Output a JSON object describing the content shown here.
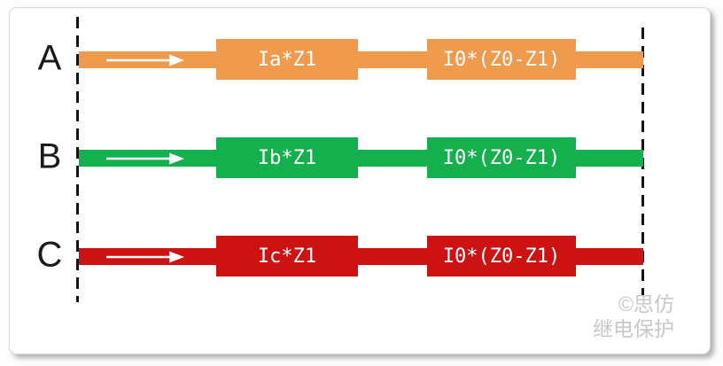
{
  "colors": {
    "phase_a": "#F09A4E",
    "phase_b": "#14B04E",
    "phase_c": "#CC1212",
    "boundary_dash": "#141414",
    "arrow": "#ffffff",
    "label_text": "#1a1a1a",
    "watermark": "#c8c8c8",
    "card_background": "#ffffff"
  },
  "phases": [
    {
      "label": "A",
      "color": "#F09A4E",
      "segment1": "Ia*Z1",
      "segment2": "I0*(Z0-Z1)"
    },
    {
      "label": "B",
      "color": "#14B04E",
      "segment1": "Ib*Z1",
      "segment2": "I0*(Z0-Z1)"
    },
    {
      "label": "C",
      "color": "#CC1212",
      "segment1": "Ic*Z1",
      "segment2": "I0*(Z0-Z1)"
    }
  ],
  "watermark": {
    "line1": "©思仿",
    "line2": "继电保护"
  }
}
